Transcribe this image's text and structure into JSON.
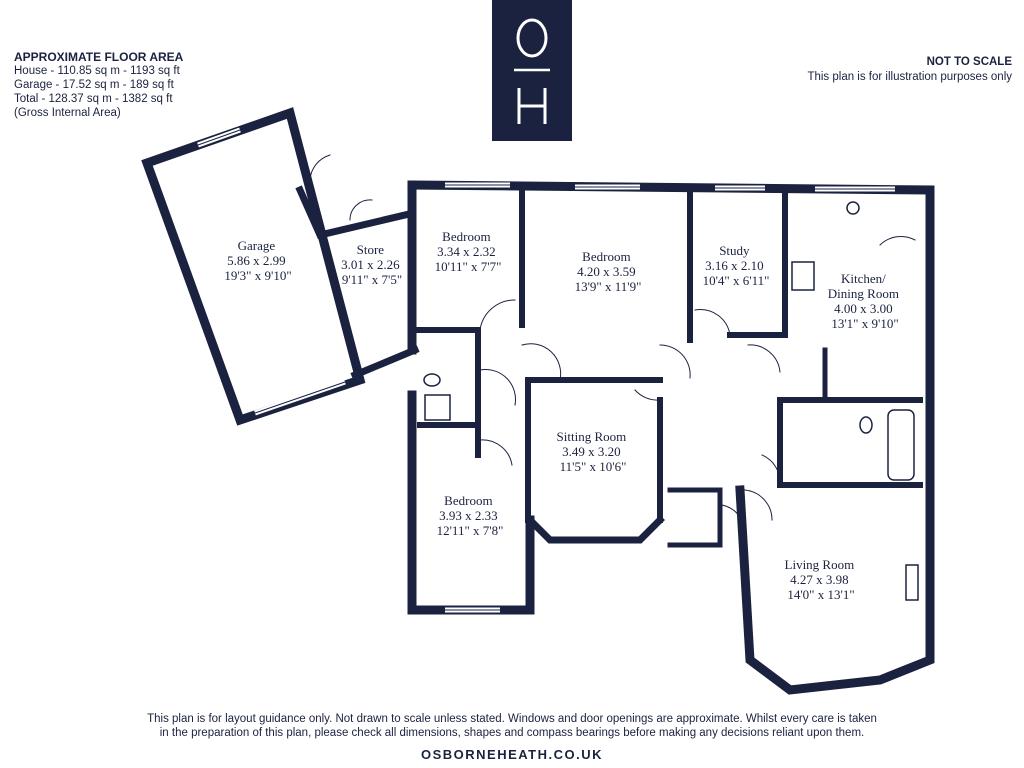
{
  "area": {
    "title": "APPROXIMATE FLOOR AREA",
    "lines": [
      "House - 110.85 sq m - 1193 sq ft",
      "Garage - 17.52 sq m - 189 sq ft",
      "Total - 128.37 sq m - 1382 sq ft",
      "(Gross Internal Area)"
    ]
  },
  "scale": {
    "title": "NOT TO SCALE",
    "note": "This plan is for illustration purposes only"
  },
  "logo": {
    "top": "O",
    "bottom": "H",
    "color": "#1b2240"
  },
  "rooms": {
    "garage": {
      "name": "Garage",
      "metric": "5.86 x 2.99",
      "imperial": "19'3\" x 9'10\""
    },
    "store": {
      "name": "Store",
      "metric": "3.01 x 2.26",
      "imperial": "9'11\" x 7'5\""
    },
    "bedroom1": {
      "name": "Bedroom",
      "metric": "3.34 x 2.32",
      "imperial": "10'11\" x 7'7\""
    },
    "bedroom2": {
      "name": "Bedroom",
      "metric": "4.20 x 3.59",
      "imperial": "13'9\" x 11'9\""
    },
    "study": {
      "name": "Study",
      "metric": "3.16 x 2.10",
      "imperial": "10'4\" x 6'11\""
    },
    "kitchen": {
      "name1": "Kitchen/",
      "name2": "Dining Room",
      "metric": "4.00 x 3.00",
      "imperial": "13'1\" x 9'10\""
    },
    "sitting": {
      "name": "Sitting Room",
      "metric": "3.49 x 3.20",
      "imperial": "11'5\" x 10'6\""
    },
    "bedroom3": {
      "name": "Bedroom",
      "metric": "3.93 x 2.33",
      "imperial": "12'11\" x 7'8\""
    },
    "living": {
      "name": "Living Room",
      "metric": "4.27 x 3.98",
      "imperial": "14'0\" x 13'1\""
    }
  },
  "footer": {
    "line1": "This plan is for layout guidance only. Not drawn to scale unless stated. Windows and door openings are approximate. Whilst every care is taken",
    "line2": "in the preparation of this plan, please check all dimensions, shapes and compass bearings before making any decisions reliant upon them.",
    "website": "OSBORNEHEATH.CO.UK"
  }
}
